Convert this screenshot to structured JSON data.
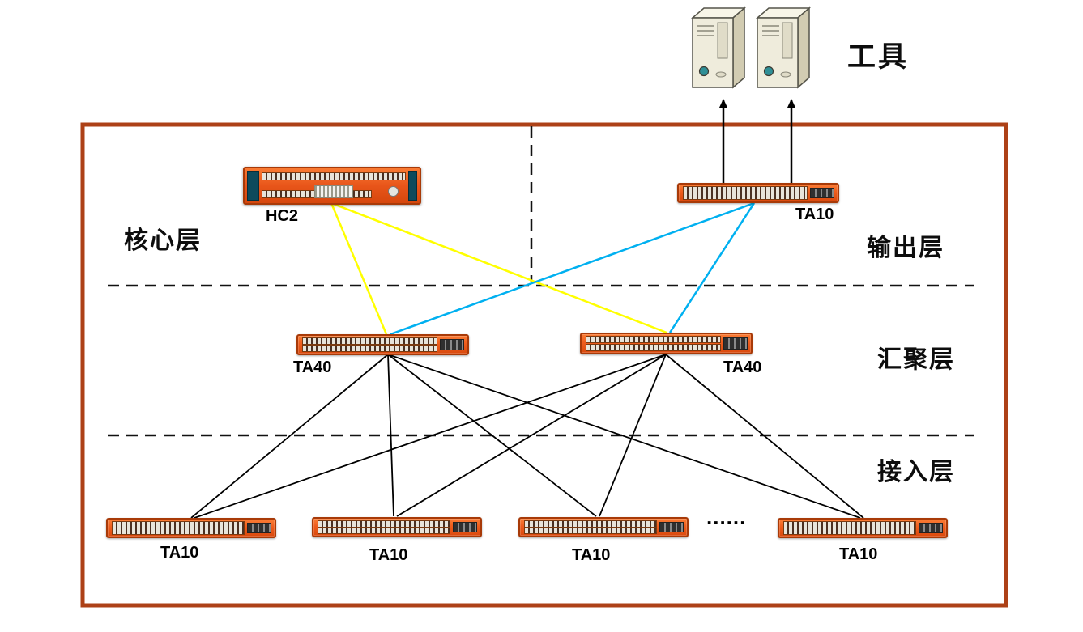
{
  "diagram": {
    "tools_label": "工具",
    "ellipsis": "......",
    "layers": {
      "core": "核心层",
      "output": "输出层",
      "aggregation": "汇聚层",
      "access": "接入层"
    },
    "devices": {
      "hc2": "HC2",
      "output_switch": "TA10",
      "agg_left": "TA40",
      "agg_right": "TA40",
      "access": [
        "TA10",
        "TA10",
        "TA10",
        "TA10"
      ]
    }
  },
  "colors": {
    "frame": "#ad4117",
    "switch_orange": "#ee5c1c",
    "link_yellow": "#ffff00",
    "link_cyan": "#00b0f0",
    "link_black": "#000000",
    "dashed": "#111111"
  }
}
